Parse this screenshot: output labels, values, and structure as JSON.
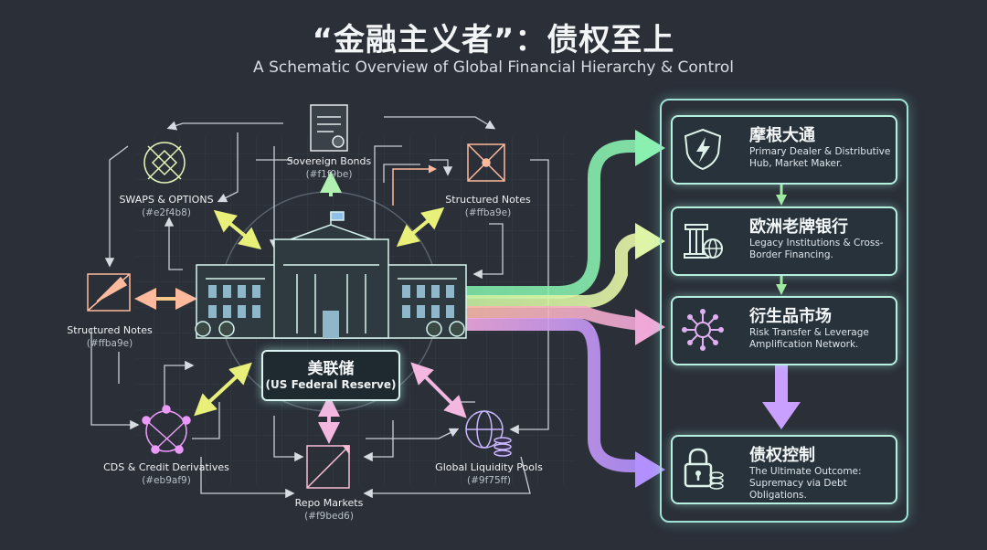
{
  "header": {
    "title": "“金融主义者”：债权至上",
    "subtitle": "A Schematic Overview of Global Financial Hierarchy & Control"
  },
  "center": {
    "name_cn": "美联储",
    "name_en": "(US Federal Reserve)"
  },
  "nodes": {
    "sovereign": {
      "label": "Sovereign Bonds",
      "code": "(#f1f9be)"
    },
    "swaps": {
      "label": "SWAPS & OPTIONS",
      "code": "(#e2f4b8)"
    },
    "structured_right": {
      "label": "Structured Notes",
      "code": "(#ffba9e)"
    },
    "structured_left": {
      "label": "Structured Notes",
      "code": "(#ffba9e)"
    },
    "cds": {
      "label": "CDS & Credit Derivatives",
      "code": "(#eb9af9)"
    },
    "liquidity": {
      "label": "Global Liquidity Pools",
      "code": "(#9f75ff)"
    },
    "repo": {
      "label": "Repo Markets",
      "code": "(#f9bed6)"
    }
  },
  "hierarchy": [
    {
      "title": "摩根大通",
      "desc": "Primary Dealer & Distributive Hub, Market Maker.",
      "icon": "shield-lightning-icon"
    },
    {
      "title": "欧洲老牌银行",
      "desc": "Legacy Institutions & Cross-Border Financing.",
      "icon": "column-globe-icon"
    },
    {
      "title": "衍生品市场",
      "desc": "Risk Transfer & Leverage Amplification Network.",
      "icon": "network-icon"
    },
    {
      "title": "债权控制",
      "desc": "The Ultimate Outcome: Supremacy via Debt Obligations.",
      "icon": "lock-coins-icon"
    }
  ],
  "colors": {
    "background": "#2a2f38",
    "sovereign": "#f1f9be",
    "swaps": "#e2f4b8",
    "structured": "#ffba9e",
    "cds": "#eb9af9",
    "liquidity": "#9f75ff",
    "repo": "#f9bed6",
    "panel_border": "#9fe3d7"
  }
}
